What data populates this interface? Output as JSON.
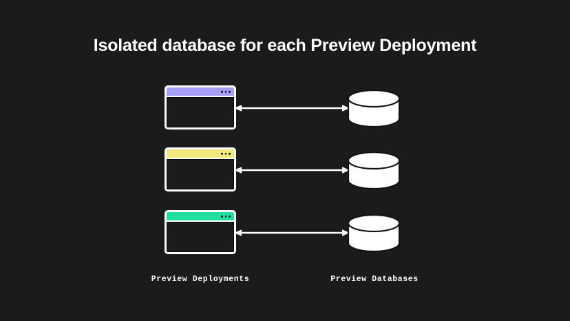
{
  "slide": {
    "background_color": "#1b1b1b",
    "title": "Isolated database for each Preview Deployment"
  },
  "diagram": {
    "type": "architecture-diagram",
    "relationship": "one-to-one bidirectional mapping",
    "rows": [
      {
        "id": "row-1",
        "window": {
          "name": "preview-deployment-window",
          "titlebar_color": "#a79ff7",
          "titlebar_color_name": "purple",
          "dots": 3
        },
        "connector": {
          "name": "bidirectional-arrow",
          "color": "#ffffff",
          "style": "double-headed"
        },
        "database": {
          "name": "preview-database-cylinder",
          "fill": "#ffffff",
          "stroke": "#121212"
        }
      },
      {
        "id": "row-2",
        "window": {
          "name": "preview-deployment-window",
          "titlebar_color": "#f0e87c",
          "titlebar_color_name": "yellow",
          "dots": 3
        },
        "connector": {
          "name": "bidirectional-arrow",
          "color": "#ffffff",
          "style": "double-headed"
        },
        "database": {
          "name": "preview-database-cylinder",
          "fill": "#ffffff",
          "stroke": "#121212"
        }
      },
      {
        "id": "row-3",
        "window": {
          "name": "preview-deployment-window",
          "titlebar_color": "#20dfa0",
          "titlebar_color_name": "green",
          "dots": 3
        },
        "connector": {
          "name": "bidirectional-arrow",
          "color": "#ffffff",
          "style": "double-headed"
        },
        "database": {
          "name": "preview-database-cylinder",
          "fill": "#ffffff",
          "stroke": "#121212"
        }
      }
    ],
    "captions": {
      "left": "Preview Deployments",
      "right": "Preview Databases"
    }
  }
}
